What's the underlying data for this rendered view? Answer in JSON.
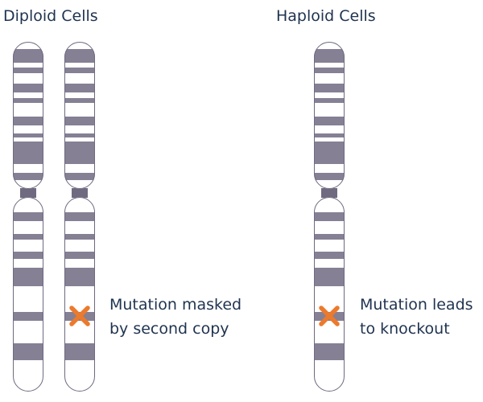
{
  "diploid": {
    "title": "Diploid Cells",
    "caption_line1": "Mutation masked",
    "caption_line2": "by second copy"
  },
  "haploid": {
    "title": "Haploid Cells",
    "caption_line1": "Mutation leads",
    "caption_line2": "to knockout"
  },
  "colors": {
    "band": "#858094",
    "outline": "#6f6a80",
    "centromere": "#6f6a80",
    "mutation_mark": "#ec7a2d",
    "text": "#1f3350"
  },
  "icons": {
    "mutation_mark": "cross-mark-icon"
  }
}
